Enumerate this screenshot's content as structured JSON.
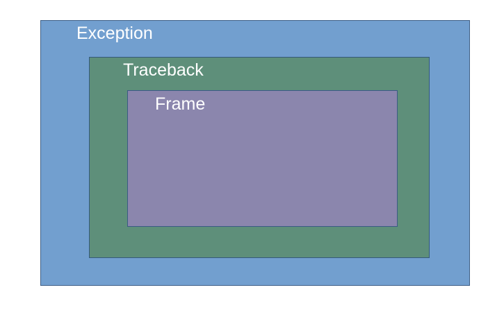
{
  "diagram": {
    "exception": {
      "label": "Exception",
      "color": "#729fcf"
    },
    "traceback": {
      "label": "Traceback",
      "color": "#5e8f7a"
    },
    "frame": {
      "label": "Frame",
      "color": "#8b86ad"
    }
  }
}
